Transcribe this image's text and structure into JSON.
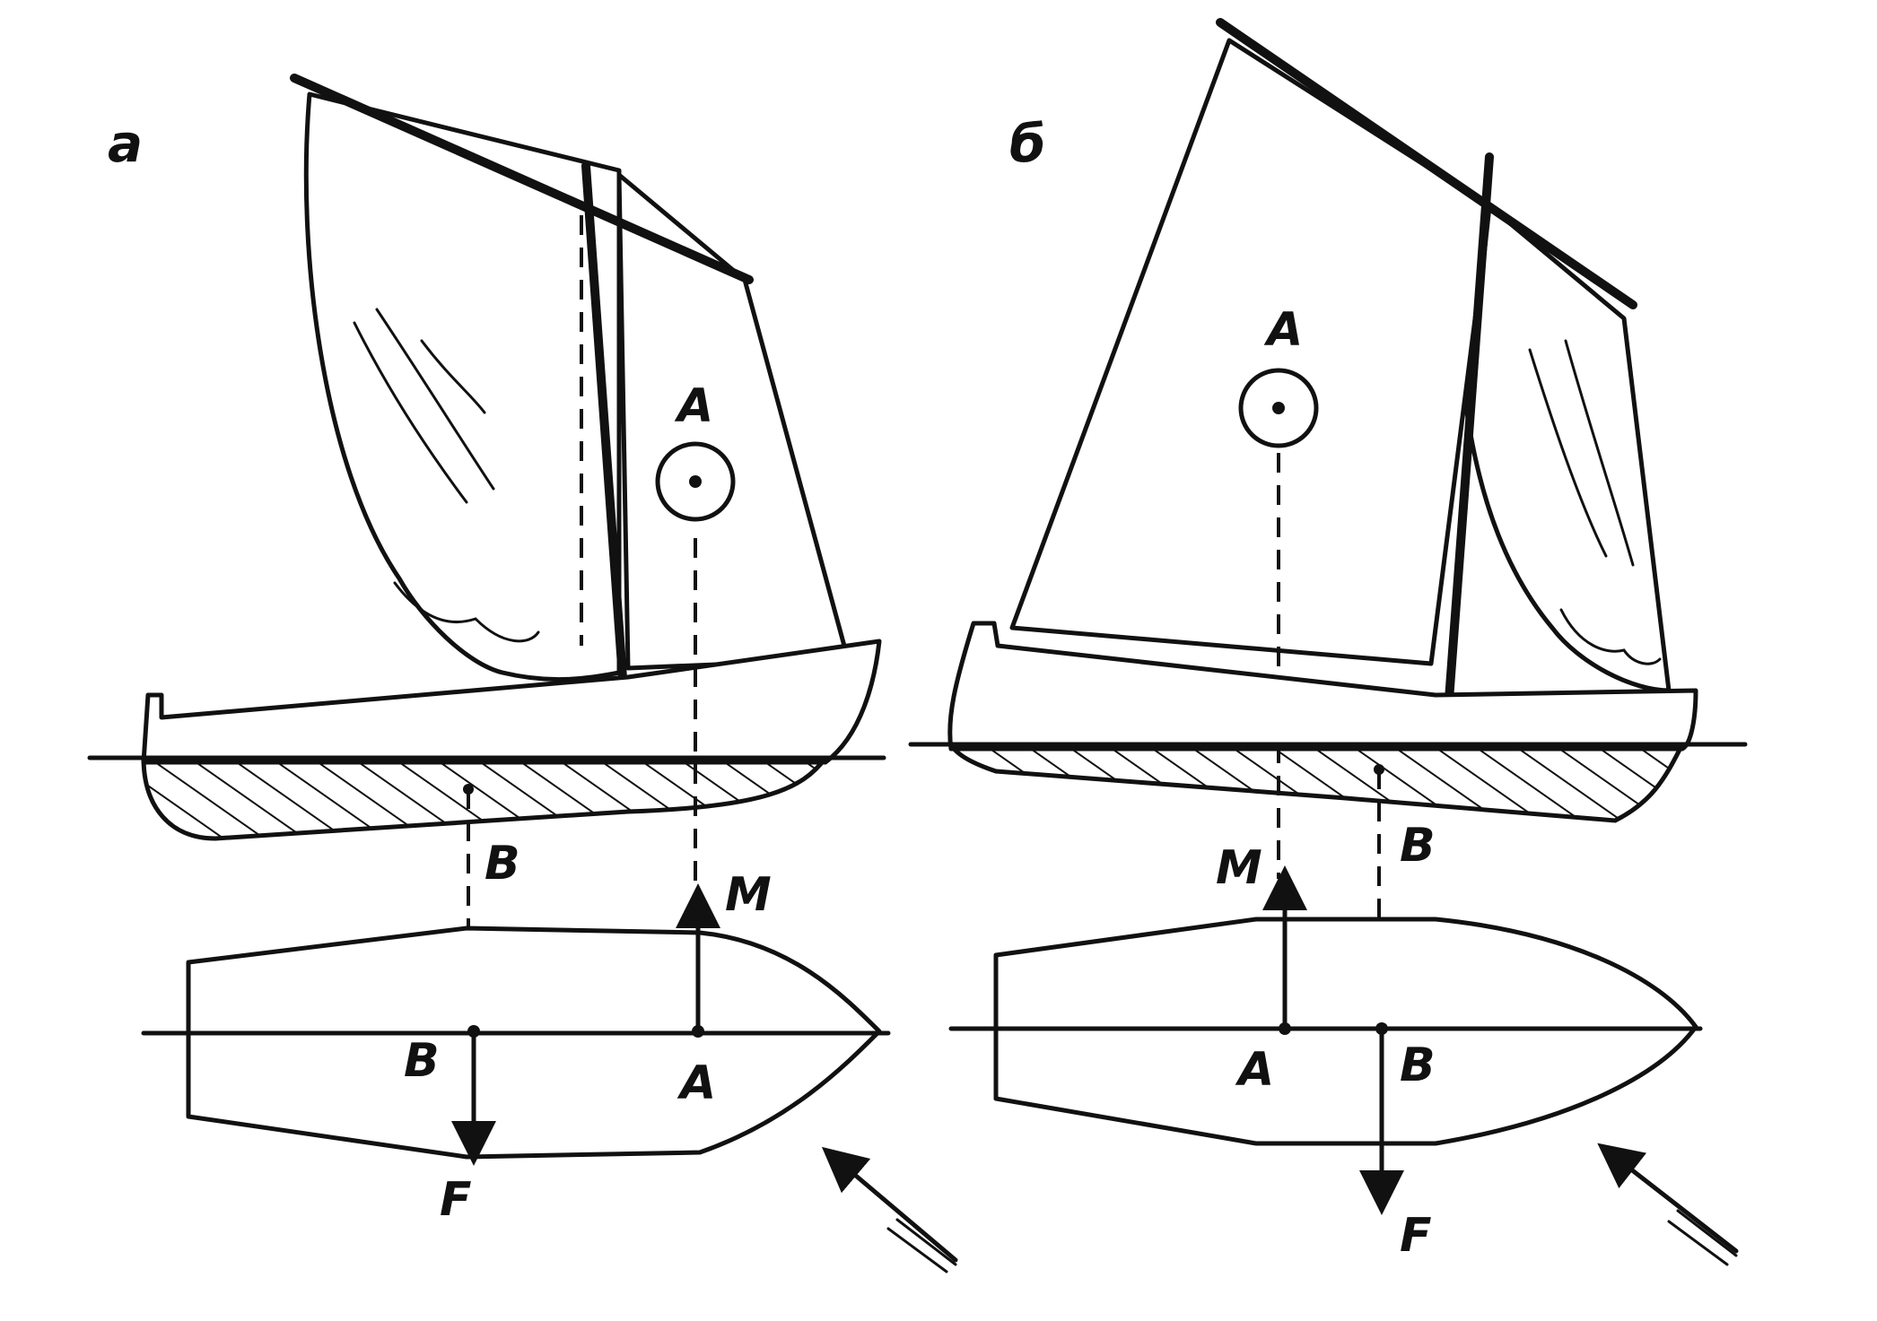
{
  "panels": [
    {
      "id": "a",
      "label": "а",
      "sail_center_label": "A",
      "buoyancy_label": "B",
      "moment_label": "M",
      "plan_A_label": "A",
      "plan_B_label": "B",
      "force_label": "F"
    },
    {
      "id": "b",
      "label": "б",
      "sail_center_label": "A",
      "buoyancy_label": "B",
      "moment_label": "M",
      "plan_A_label": "A",
      "plan_B_label": "B",
      "force_label": "F"
    }
  ]
}
